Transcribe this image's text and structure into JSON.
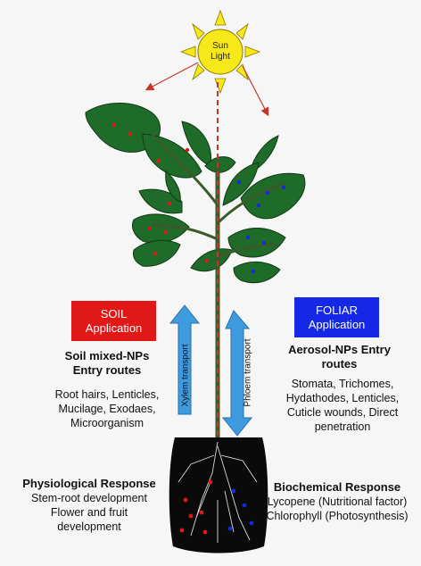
{
  "sun": {
    "label_line1": "Sun",
    "label_line2": "Light"
  },
  "soil": {
    "box_line1": "SOIL",
    "box_line2": "Application",
    "routes_title_line1": "Soil mixed-NPs",
    "routes_title_line2": "Entry routes",
    "routes_list": [
      "Root hairs, Lenticles,",
      "Mucilage, Exodaes,",
      "Microorganism"
    ]
  },
  "foliar": {
    "box_line1": "FOLIAR",
    "box_line2": "Application",
    "routes_title_line1": "Aerosol-NPs Entry",
    "routes_title_line2": "routes",
    "routes_list": [
      "Stomata, Trichomes,",
      "Hydathodes, Lenticles,",
      "Cuticle wounds, Direct",
      "penetration"
    ]
  },
  "transport": {
    "xylem": "Xylem transport",
    "phloem": "Phloem transport"
  },
  "physiological": {
    "title": "Physiological Response",
    "lines": [
      "Stem-root development",
      "Flower and fruit",
      "development"
    ]
  },
  "biochemical": {
    "title": "Biochemical Response",
    "lines": [
      "Lycopene (Nutritional factor)",
      "Chlorophyll (Photosynthesis)"
    ]
  },
  "colors": {
    "soil_red": "#e01818",
    "foliar_blue": "#1528e6",
    "sun_yellow": "#f7e81a",
    "leaf_green": "#1f6b2a",
    "arrow_blue": "#3f9be0",
    "soil_black": "#0a0a0a"
  }
}
